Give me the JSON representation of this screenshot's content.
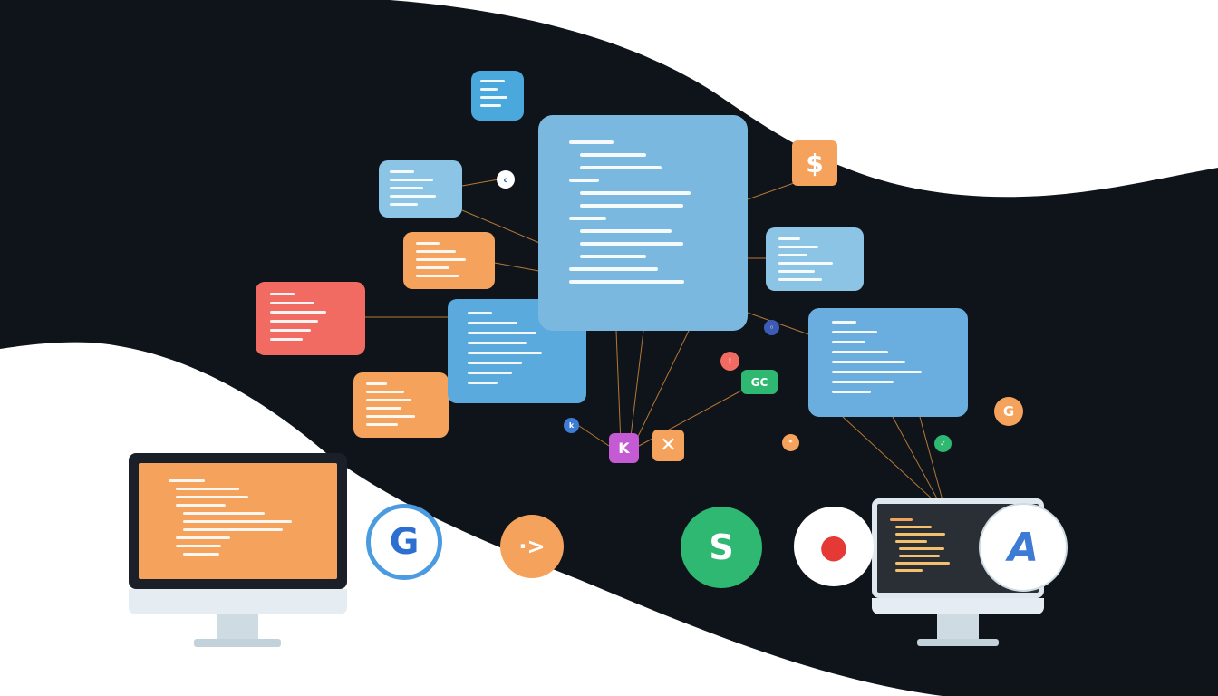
{
  "colors": {
    "dark_wave": "#0f131a",
    "blue": "#7bb8df",
    "blue_light": "#8cc4e6",
    "orange": "#f5a35c",
    "red": "#f26b62",
    "green": "#2eb872",
    "purple": "#c45bd4",
    "connector": "#d08a3a"
  },
  "badges": {
    "dollar": "$",
    "cross": "✕",
    "purple_glyph": "K",
    "green_tag": "GC",
    "g_small": "G"
  },
  "circles": {
    "google": "G",
    "arrow": "·>",
    "whatsapp": "S",
    "map_pin": "●",
    "letter_a": "A"
  },
  "icons": [
    "dollar-icon",
    "close-icon",
    "code-icon",
    "tag-icon",
    "google-icon",
    "arrow-right-icon",
    "chat-icon",
    "map-pin-icon",
    "a-logo-icon",
    "monitor-icon"
  ]
}
